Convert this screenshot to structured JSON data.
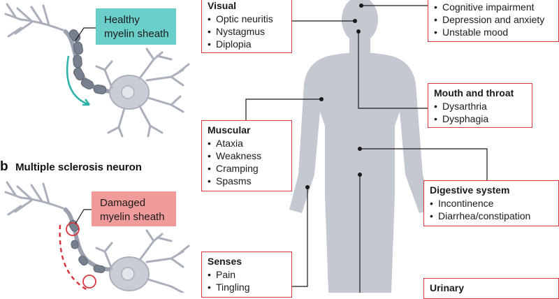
{
  "panel_b": {
    "letter": "b",
    "title": "Multiple sclerosis neuron"
  },
  "healthy_tag": {
    "line1": "Healthy",
    "line2": "myelin sheath"
  },
  "damaged_tag": {
    "line1": "Damaged",
    "line2": "myelin sheath"
  },
  "colors": {
    "box_border": "#d9373f",
    "body": "#c3c8d1",
    "healthy": "#6bcfc9",
    "damaged": "#f19a9a",
    "axon_flow": "#2bb3aa",
    "damage_flow": "#d9373f"
  },
  "boxes": {
    "visual": {
      "title": "Visual",
      "items": [
        "Optic neuritis",
        "Nystagmus",
        "Diplopia"
      ]
    },
    "brain": {
      "title": "",
      "items": [
        "Cognitive impairment",
        "Depression and anxiety",
        "Unstable mood"
      ]
    },
    "mouth": {
      "title": "Mouth and throat",
      "items": [
        "Dysarthria",
        "Dysphagia"
      ]
    },
    "muscular": {
      "title": "Muscular",
      "items": [
        "Ataxia",
        "Weakness",
        "Cramping",
        "Spasms"
      ]
    },
    "digestive": {
      "title": "Digestive system",
      "items": [
        "Incontinence",
        "Diarrhea/constipation"
      ]
    },
    "senses": {
      "title": "Senses",
      "items": [
        "Pain",
        "Tingling"
      ]
    },
    "urinary": {
      "title": "Urinary",
      "items": []
    }
  }
}
